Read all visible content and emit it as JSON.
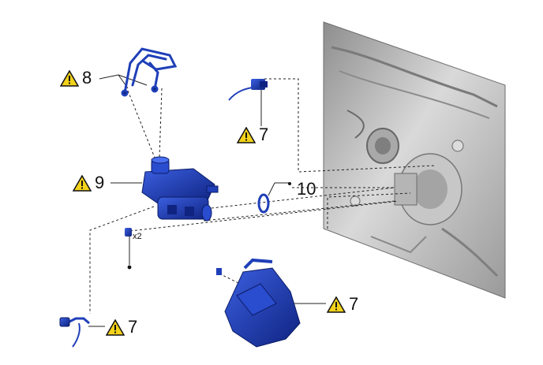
{
  "callouts": [
    {
      "id": "8",
      "label": "8",
      "warning": true
    },
    {
      "id": "7a",
      "label": "7",
      "warning": true
    },
    {
      "id": "9",
      "label": "9",
      "warning": true
    },
    {
      "id": "10",
      "label": "10",
      "warning": false
    },
    {
      "id": "7b",
      "label": "7",
      "warning": true
    },
    {
      "id": "7c",
      "label": "7",
      "warning": true
    }
  ],
  "quantity_note": "x2",
  "colors": {
    "part_blue": "#1f3fb8",
    "part_blue_dark": "#0f2380",
    "line": "#222222",
    "warn_fill": "#f2d21b",
    "panel_gray": "#bdbdbd"
  },
  "icons": [
    "warning-triangle-icon"
  ]
}
